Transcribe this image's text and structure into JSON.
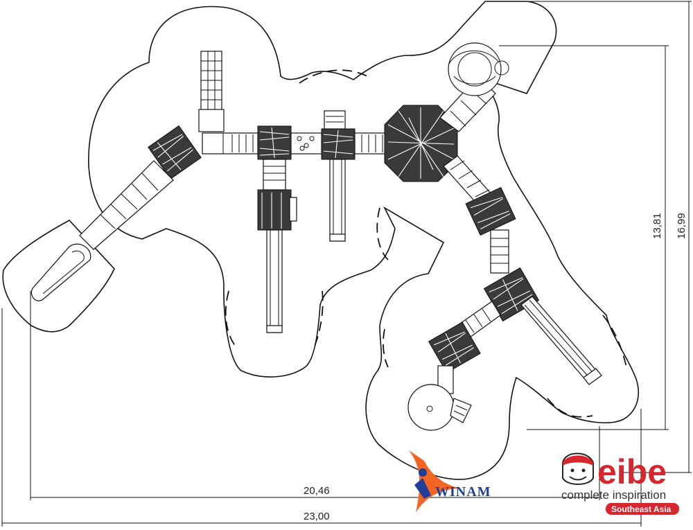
{
  "dimensions": {
    "width_inner": "20,46",
    "width_total": "23,00",
    "height_inner": "13,81",
    "height_total": "16,99"
  },
  "logos": {
    "winam": "WINAM",
    "eibe": "eibe",
    "eibe_tagline": "complete inspiration",
    "eibe_region": "Southeast Asia"
  },
  "colors": {
    "eibe_red": "#d8262f",
    "winam_blue": "#1f3f98",
    "winam_orange": "#f26522",
    "line": "#111111"
  }
}
